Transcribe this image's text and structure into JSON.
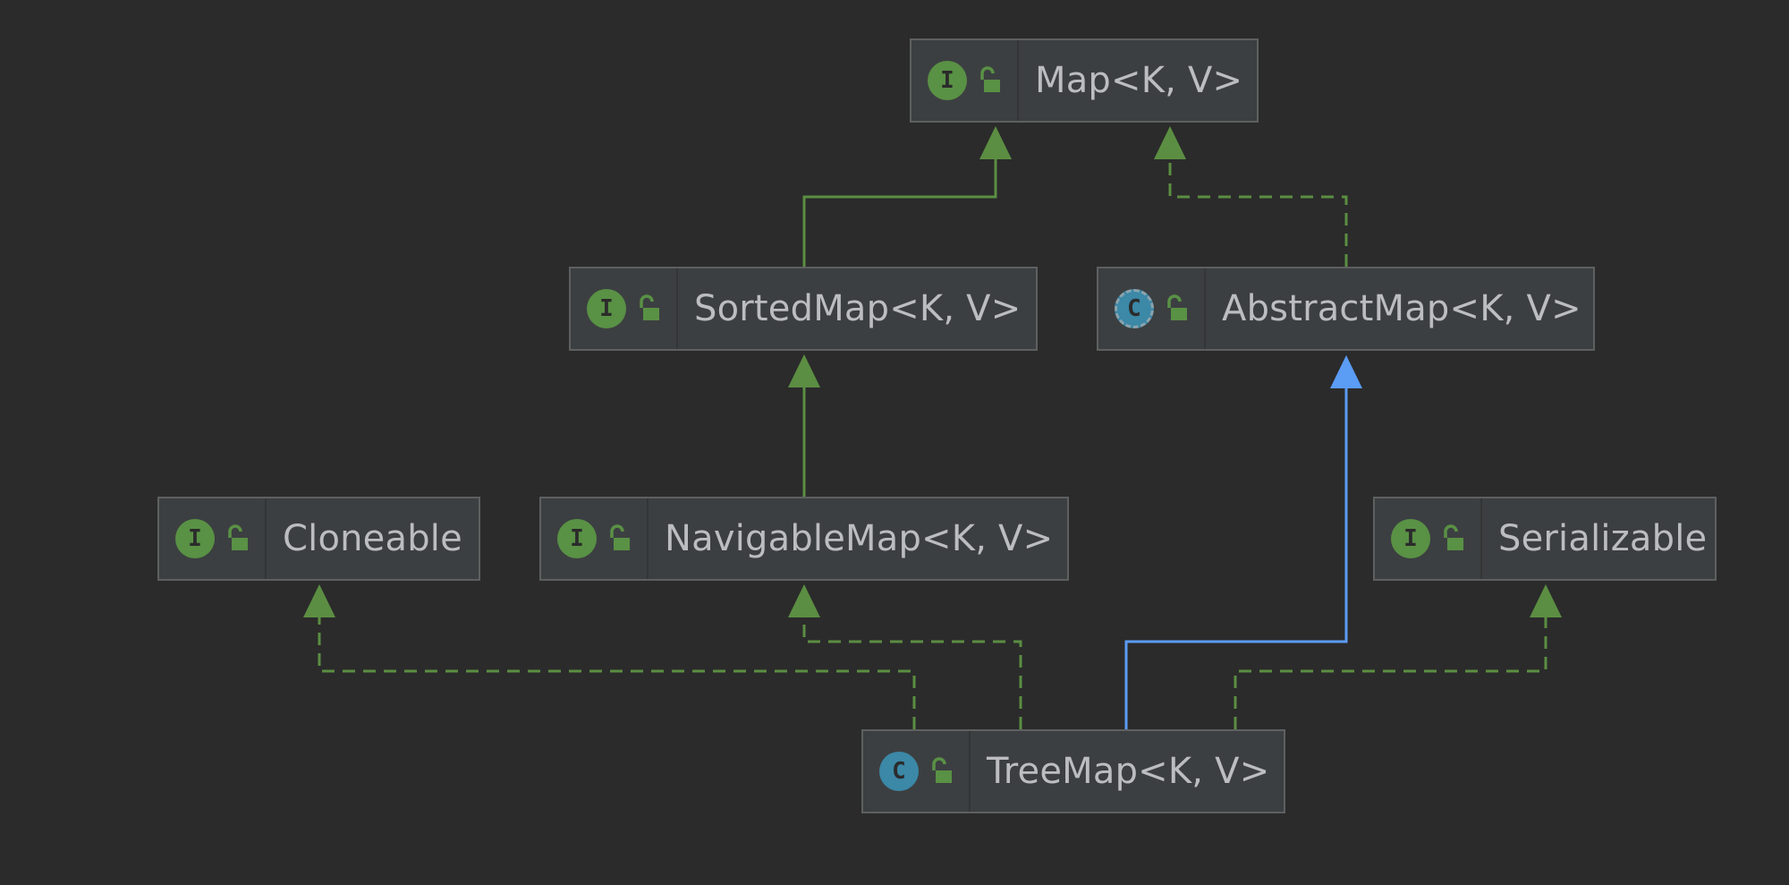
{
  "colors": {
    "background": "#2b2b2b",
    "node_fill": "#3c3f41",
    "node_border": "#5e6060",
    "text": "#bbbdc0",
    "interface_badge": "#599145",
    "class_badge": "#3b88a7",
    "implements_edge": "#5b8e42",
    "extends_class_edge": "#5b9cf5"
  },
  "nodes": {
    "map": {
      "label": "Map<K, V>",
      "kind_letter": "I",
      "kind": "interface",
      "icon": "interface-icon"
    },
    "sortedmap": {
      "label": "SortedMap<K, V>",
      "kind_letter": "I",
      "kind": "interface",
      "icon": "interface-icon"
    },
    "abstractmap": {
      "label": "AbstractMap<K, V>",
      "kind_letter": "C",
      "kind": "abstract class",
      "icon": "abstract-class-icon"
    },
    "cloneable": {
      "label": "Cloneable",
      "kind_letter": "I",
      "kind": "interface",
      "icon": "interface-icon"
    },
    "navigablemap": {
      "label": "NavigableMap<K, V>",
      "kind_letter": "I",
      "kind": "interface",
      "icon": "interface-icon"
    },
    "serializable": {
      "label": "Serializable",
      "kind_letter": "I",
      "kind": "interface",
      "icon": "interface-icon"
    },
    "treemap": {
      "label": "TreeMap<K, V>",
      "kind_letter": "C",
      "kind": "class",
      "icon": "class-icon"
    }
  },
  "edges": [
    {
      "from": "sortedmap",
      "to": "map",
      "type": "extends-interface",
      "style": "solid-green"
    },
    {
      "from": "abstractmap",
      "to": "map",
      "type": "implements",
      "style": "dashed-green"
    },
    {
      "from": "navigablemap",
      "to": "sortedmap",
      "type": "extends-interface",
      "style": "solid-green"
    },
    {
      "from": "treemap",
      "to": "abstractmap",
      "type": "extends-class",
      "style": "solid-blue"
    },
    {
      "from": "treemap",
      "to": "cloneable",
      "type": "implements",
      "style": "dashed-green"
    },
    {
      "from": "treemap",
      "to": "navigablemap",
      "type": "implements",
      "style": "dashed-green"
    },
    {
      "from": "treemap",
      "to": "serializable",
      "type": "implements",
      "style": "dashed-green"
    }
  ]
}
